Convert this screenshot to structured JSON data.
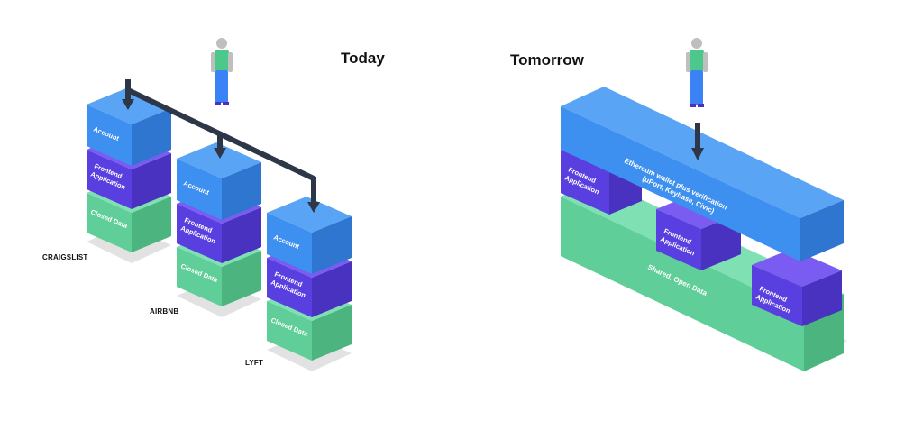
{
  "titles": {
    "today": "Today",
    "tomorrow": "Tomorrow"
  },
  "today": {
    "stacks": [
      {
        "site": "CRAIGSLIST",
        "account": "Account",
        "frontend_line1": "Frontend",
        "frontend_line2": "Application",
        "data": "Closed Data"
      },
      {
        "site": "AIRBNB",
        "account": "Account",
        "frontend_line1": "Frontend",
        "frontend_line2": "Application",
        "data": "Closed Data"
      },
      {
        "site": "LYFT",
        "account": "Account",
        "frontend_line1": "Frontend",
        "frontend_line2": "Application",
        "data": "Closed Data"
      }
    ]
  },
  "tomorrow": {
    "wallet_line1": "Ethereum wallet plus verification",
    "wallet_line2": "(uPort, Keybase, Civic)",
    "frontend_line1": "Frontend",
    "frontend_line2": "Application",
    "shared_data": "Shared, Open Data"
  },
  "colors": {
    "account_top": "#5aa4f6",
    "account_front": "#3d8ff0",
    "account_side": "#2f76d0",
    "frontend_top": "#7a5cf2",
    "frontend_front": "#5a3fe0",
    "frontend_side": "#4a32c0",
    "data_top": "#7fe0b4",
    "data_front": "#5fce98",
    "data_side": "#4cb57f",
    "arrow": "#2d3748",
    "shadow": "#dcdcdc",
    "person_shirt": "#4cc98a",
    "person_pants": "#3b82f6",
    "person_skin": "#bfbfbf"
  }
}
